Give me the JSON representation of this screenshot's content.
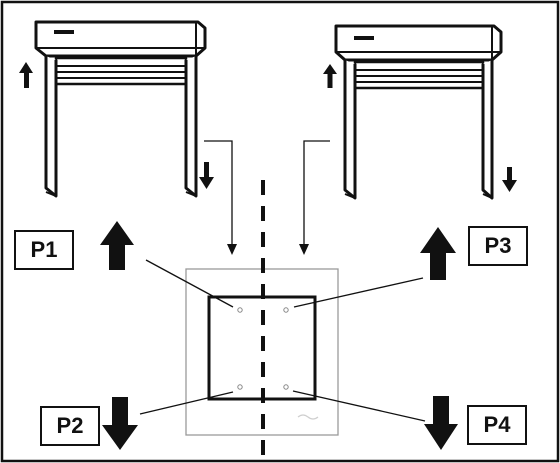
{
  "labels": {
    "p1": "P1",
    "p2": "P2",
    "p3": "P3",
    "p4": "P4"
  },
  "icons": {
    "left_machine": "range-hood-on-legs-icon",
    "right_machine": "range-hood-on-legs-icon",
    "up_arrow": "arrow-up-icon",
    "down_arrow": "arrow-down-icon",
    "mounting_plate": "base-plate-icon"
  },
  "colors": {
    "stroke": "#111111",
    "plate_outline": "#9a9a9a",
    "background": "#ffffff"
  }
}
